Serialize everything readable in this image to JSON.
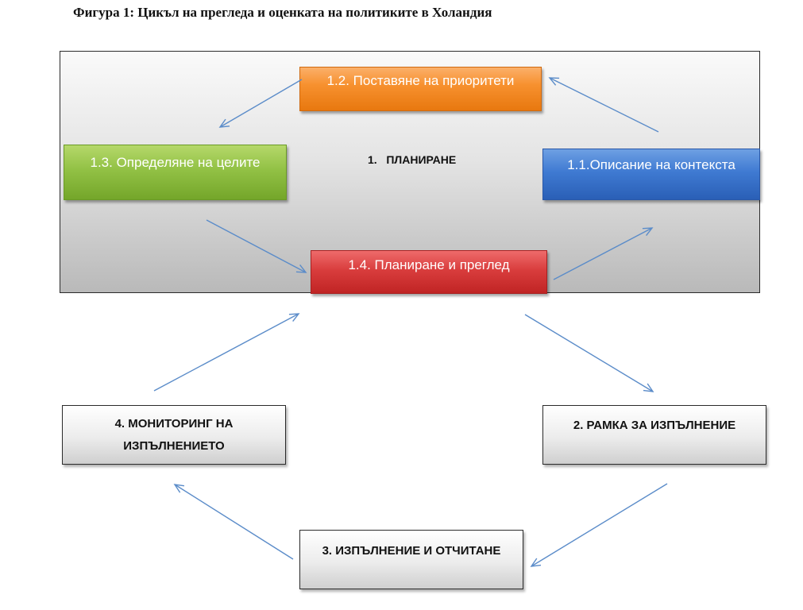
{
  "caption": "Фигура 1: Цикъл на прегледа и оценката на политиките в Холандия",
  "planning_panel": {
    "title": "1.   ПЛАНИРАНЕ",
    "steps": {
      "context": "1.1.Описание на контекста",
      "priorities": "1.2. Поставяне на приоритети",
      "goals": "1.3. Определяне на целите",
      "planning_review": "1.4. Планиране и преглед"
    }
  },
  "cycle": {
    "framework": "2. РАМКА ЗА ИЗПЪЛНЕНИЕ",
    "execution": "3. ИЗПЪЛНЕНИЕ И ОТЧИТАНЕ",
    "monitoring_line1": "4. МОНИТОРИНГ НА",
    "monitoring_line2": "ИЗПЪЛНЕНИЕТО"
  },
  "colors": {
    "arrow": "#5b8cc9",
    "priorities": "#f7912f",
    "goals": "#92c145",
    "context": "#3f7ad2",
    "planning_review": "#d93d3d"
  }
}
